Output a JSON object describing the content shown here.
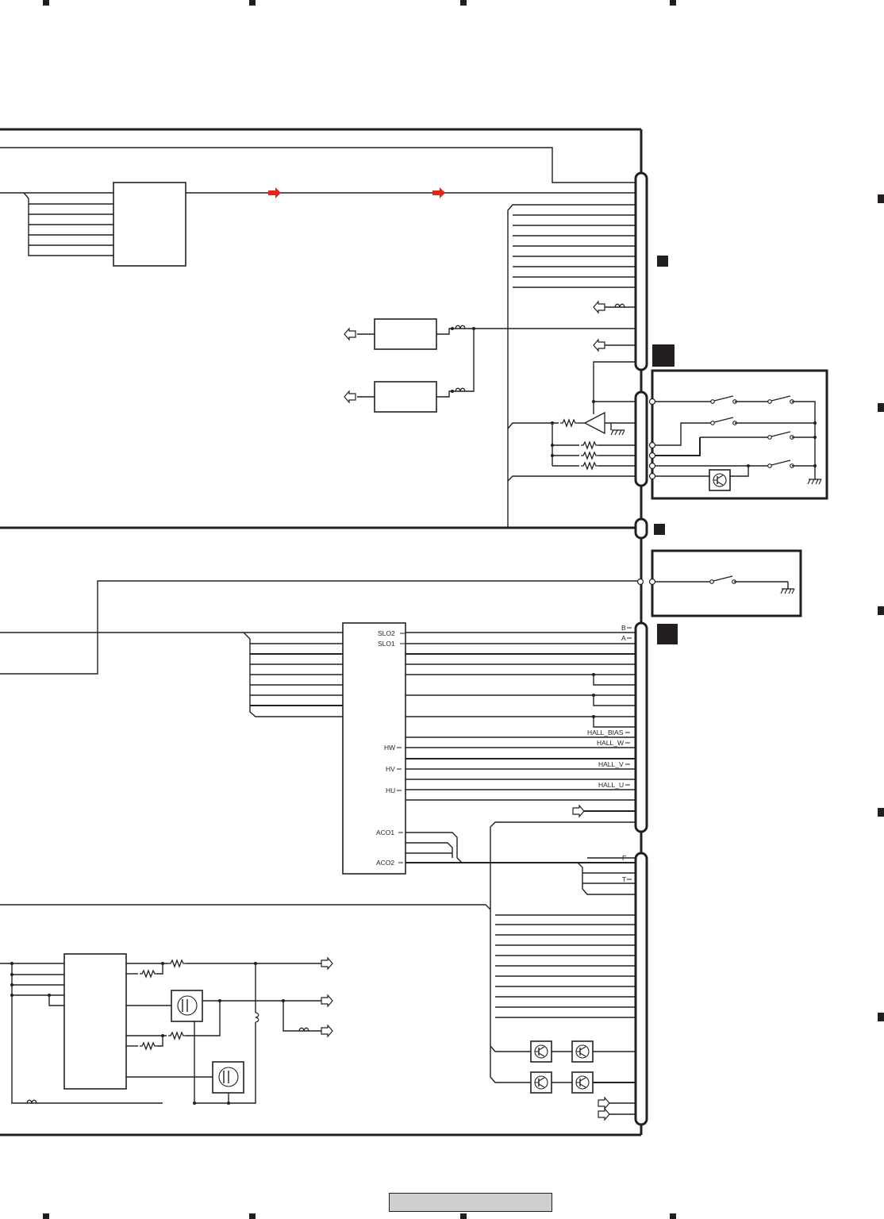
{
  "ic_pins": {
    "slo2": "SLO2",
    "slo1": "SLO1",
    "hw": "HW",
    "hv": "HV",
    "hu": "HU",
    "aco1": "ACO1",
    "aco2": "ACO2"
  },
  "connector_signals": {
    "b": "B",
    "a": "A",
    "hall_bias": "HALL_BIAS",
    "hall_w": "HALL_W",
    "hall_v": "HALL_V",
    "hall_u": "HALL_U",
    "f": "F",
    "t": "T"
  },
  "colors": {
    "line": "#231f20",
    "signal_arrow": "#e1261c",
    "footer_fill": "#cfcfcf"
  }
}
